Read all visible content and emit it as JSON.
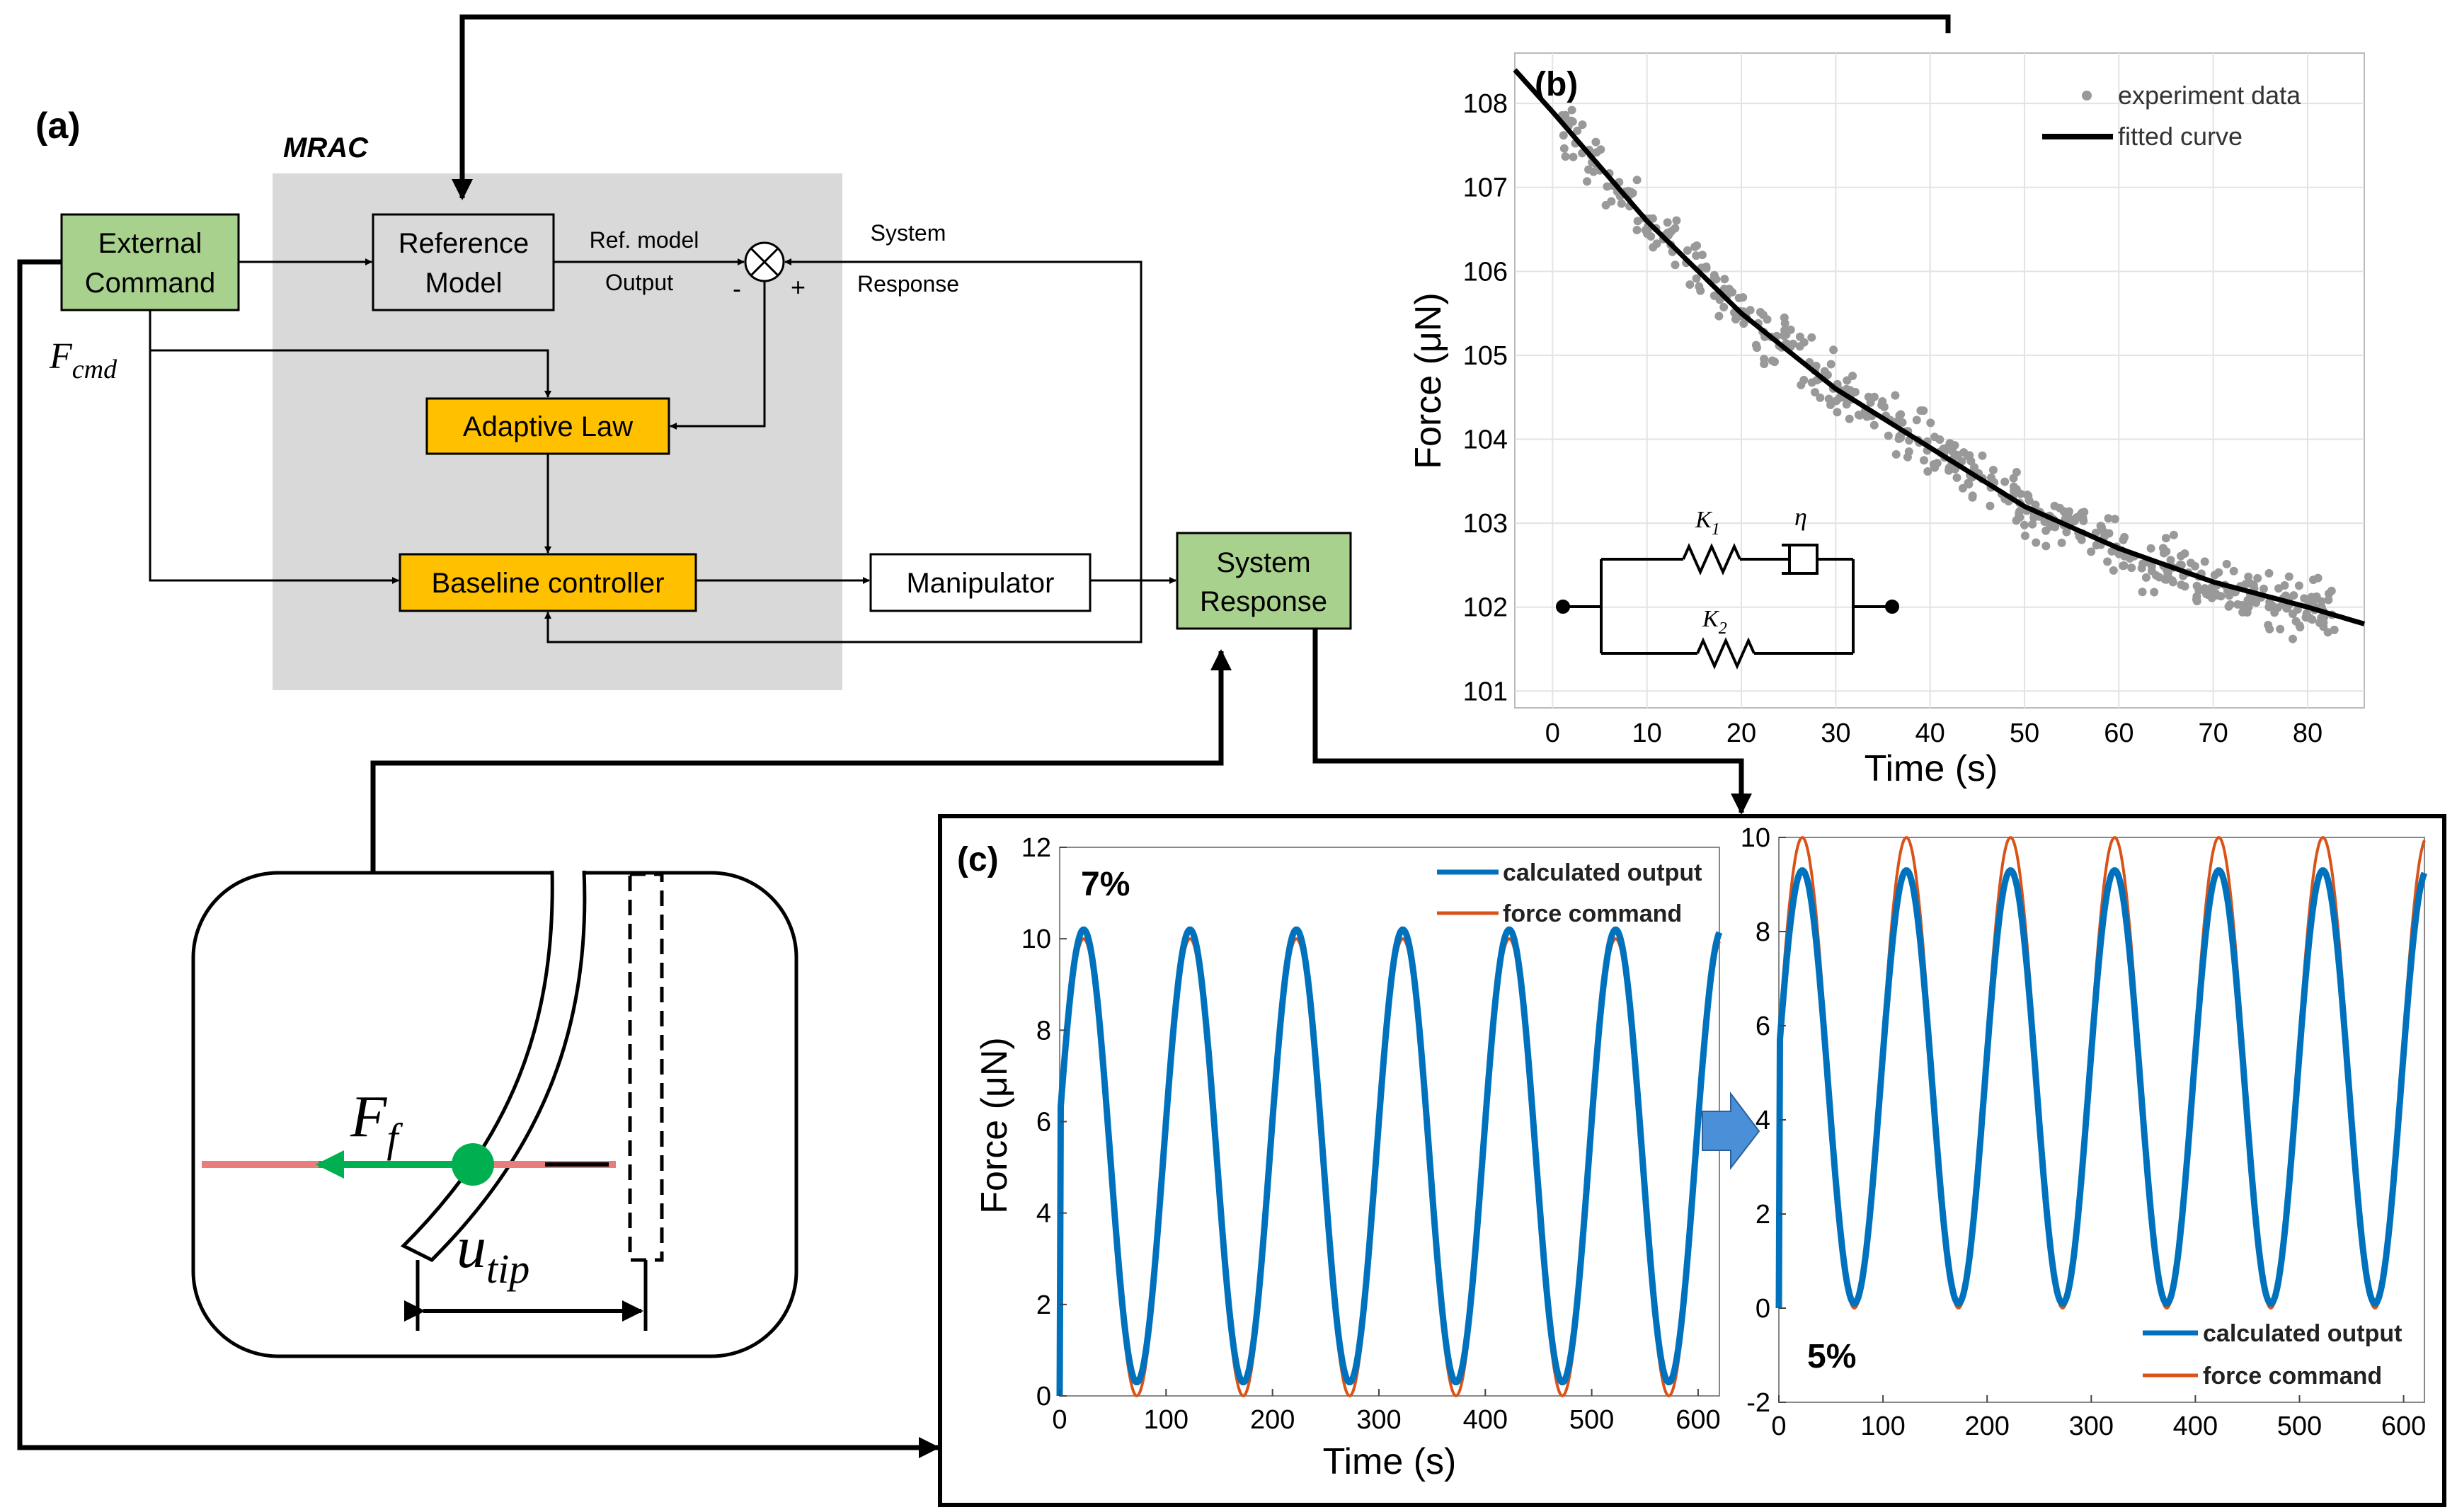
{
  "panel_a": {
    "label": "(a)",
    "mrac_label": "MRAC",
    "external_command": [
      "External",
      "Command"
    ],
    "reference_model": [
      "Reference",
      "Model"
    ],
    "ref_model_output": [
      "Ref. model",
      "Output"
    ],
    "system_response_signal": [
      "System",
      "Response"
    ],
    "minus": "-",
    "plus": "+",
    "adaptive_law": "Adaptive Law",
    "baseline_controller": "Baseline controller",
    "manipulator": "Manipulator",
    "system_response_box": [
      "System",
      "Response"
    ],
    "f_cmd": "F",
    "f_cmd_sub": "cmd",
    "f_f": "F",
    "f_f_sub": "f",
    "u_tip": "u",
    "u_tip_sub": "tip",
    "colors": {
      "green_box": "#a9d18e",
      "orange_box": "#ffc000",
      "mrac_bg": "#d9d9d9",
      "force_arrow": "#00b050",
      "red_line": "#e97c7c"
    }
  },
  "panel_b": {
    "label": "(b)",
    "k1": "K",
    "k1_sub": "1",
    "k2": "K",
    "k2_sub": "2",
    "eta": "η",
    "chart_data": {
      "type": "scatter",
      "xlabel": "Time (s)",
      "ylabel": "Force (μN)",
      "xlim": [
        -4,
        86
      ],
      "ylim": [
        100.8,
        108.6
      ],
      "xticks": [
        0,
        10,
        20,
        30,
        40,
        50,
        60,
        70,
        80
      ],
      "yticks": [
        101,
        102,
        103,
        104,
        105,
        106,
        107,
        108
      ],
      "grid": true,
      "legend": [
        "experiment data",
        "fitted curve"
      ],
      "legend_position": "top-right",
      "fitted_curve": {
        "x": [
          -4,
          0,
          10,
          20,
          30,
          40,
          50,
          60,
          70,
          80,
          86
        ],
        "y": [
          108.4,
          107.9,
          106.6,
          105.5,
          104.6,
          103.9,
          103.2,
          102.7,
          102.3,
          102.0,
          101.8
        ]
      },
      "experiment_data_points": 500,
      "marker_color": "#999999"
    }
  },
  "panel_c": {
    "label": "(c)",
    "left": {
      "percent": "7%",
      "chart_data": {
        "type": "line",
        "xlabel": "Time (s)",
        "ylabel": "Force (μN)",
        "xlim": [
          0,
          620
        ],
        "ylim": [
          0,
          12
        ],
        "xticks": [
          0,
          100,
          200,
          300,
          400,
          500,
          600
        ],
        "yticks": [
          0,
          2,
          4,
          6,
          8,
          10,
          12
        ],
        "legend_position": "top-right",
        "series": [
          {
            "name": "calculated output",
            "color": "#0072bd",
            "period_s": 100,
            "peak": 10.2,
            "trough": 0.3
          },
          {
            "name": "force command",
            "color": "#d95319",
            "period_s": 100,
            "peak": 10,
            "trough": 0
          }
        ]
      }
    },
    "right": {
      "percent": "5%",
      "chart_data": {
        "type": "line",
        "xlim": [
          0,
          620
        ],
        "ylim": [
          -2,
          10
        ],
        "xticks": [
          0,
          100,
          200,
          300,
          400,
          500,
          600
        ],
        "yticks": [
          -2,
          0,
          2,
          4,
          6,
          8,
          10
        ],
        "legend_position": "bottom-right",
        "series": [
          {
            "name": "calculated output",
            "color": "#0072bd",
            "period_s": 100,
            "peak": 9.3,
            "trough": 0.1
          },
          {
            "name": "force command",
            "color": "#d95319",
            "period_s": 100,
            "peak": 10,
            "trough": 0
          }
        ]
      }
    }
  }
}
